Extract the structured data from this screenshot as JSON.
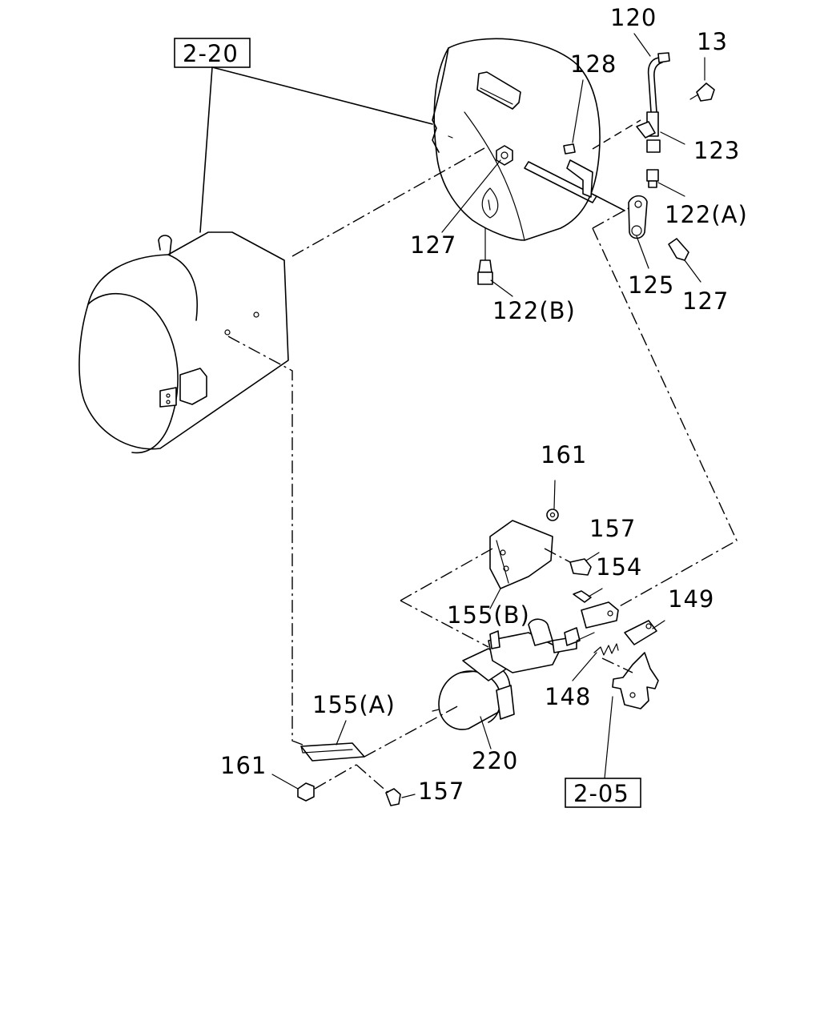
{
  "references": {
    "ref_2_20": "2-20",
    "ref_2_05": "2-05"
  },
  "labels": {
    "p120": "120",
    "p13": "13",
    "p128": "128",
    "p123": "123",
    "p122a": "122(A)",
    "p127_left": "127",
    "p125": "125",
    "p127_right": "127",
    "p122b": "122(B)",
    "p161_top": "161",
    "p157_top": "157",
    "p154": "154",
    "p155b": "155(B)",
    "p149": "149",
    "p148": "148",
    "p155a": "155(A)",
    "p220": "220",
    "p161_bottom": "161",
    "p157_bottom": "157"
  },
  "icons": {
    "transmission": "transmission-housing-icon",
    "clutch_housing": "clutch-housing-icon",
    "booster": "clutch-booster-icon"
  }
}
